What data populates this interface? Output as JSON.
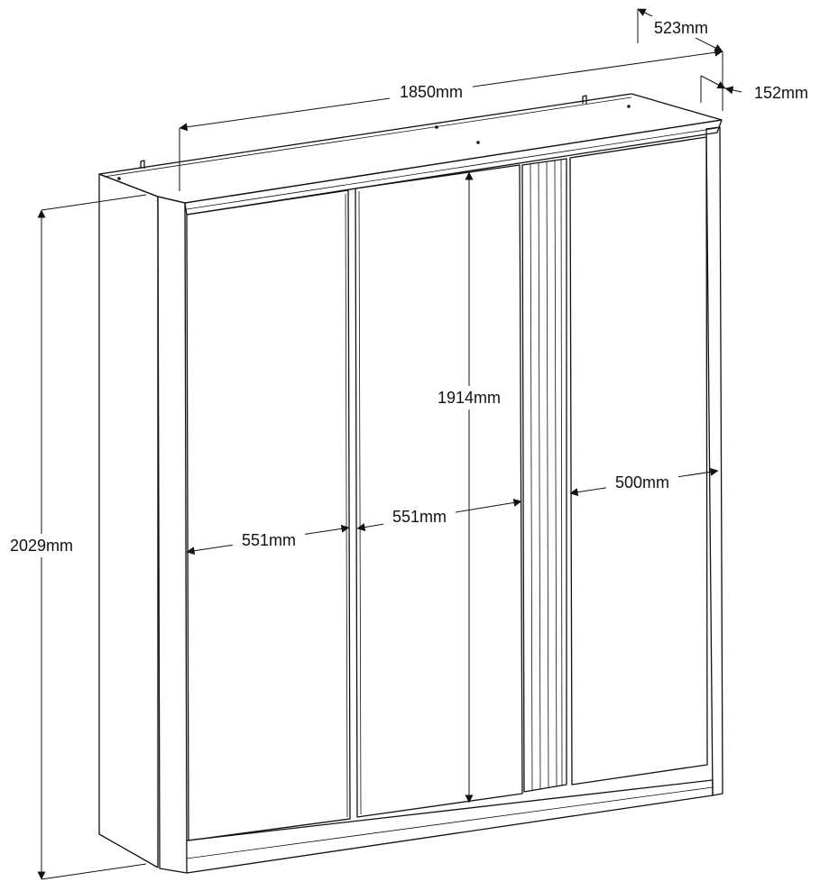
{
  "dimensions": {
    "width": "1850mm",
    "depth": "523mm",
    "plinth_depth": "152mm",
    "total_height": "2029mm",
    "door_height": "1914mm",
    "door_left_width": "551mm",
    "door_middle_width": "551mm",
    "door_right_width": "500mm"
  },
  "colors": {
    "line": "#111111",
    "background": "#ffffff"
  }
}
